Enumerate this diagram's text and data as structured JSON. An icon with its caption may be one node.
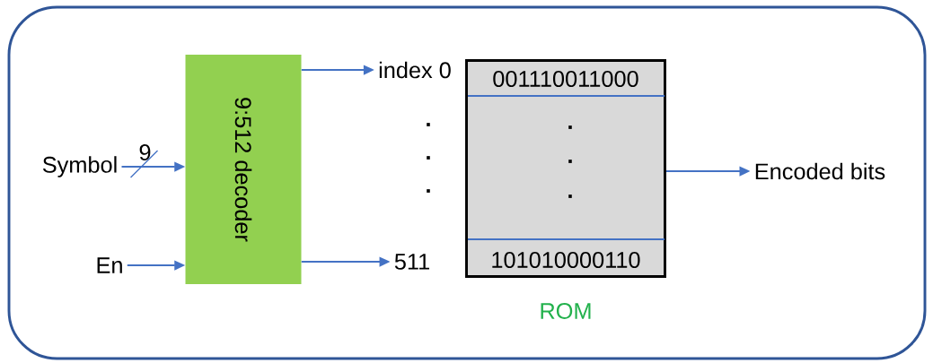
{
  "diagram": {
    "nodes": [
      {
        "text": [
          "Symbol"
        ]
      },
      {
        "text": [
          "En"
        ]
      },
      {
        "text": [
          "9:512 decoder"
        ]
      },
      {
        "text": [
          "index 0"
        ]
      },
      {
        "text": [
          "511"
        ]
      },
      {
        "text": [
          "ROM"
        ]
      },
      {
        "text": [
          "001110011000"
        ],
        "in": 5
      },
      {
        "text": [
          "101010000110"
        ],
        "in": 5
      },
      {
        "text": [
          "Encoded bits"
        ]
      }
    ],
    "edges": [
      {
        "from": 0,
        "to": 2,
        "arrow": "to",
        "label": "9"
      },
      {
        "from": 1,
        "to": 2,
        "arrow": "to"
      },
      {
        "from": 2,
        "to": 3,
        "arrow": "to"
      },
      {
        "from": 2,
        "to": 4,
        "arrow": "to"
      },
      {
        "from": 5,
        "to": 8,
        "arrow": "to"
      }
    ],
    "labels": [
      ".",
      ".",
      ".",
      ".",
      ".",
      "."
    ]
  }
}
